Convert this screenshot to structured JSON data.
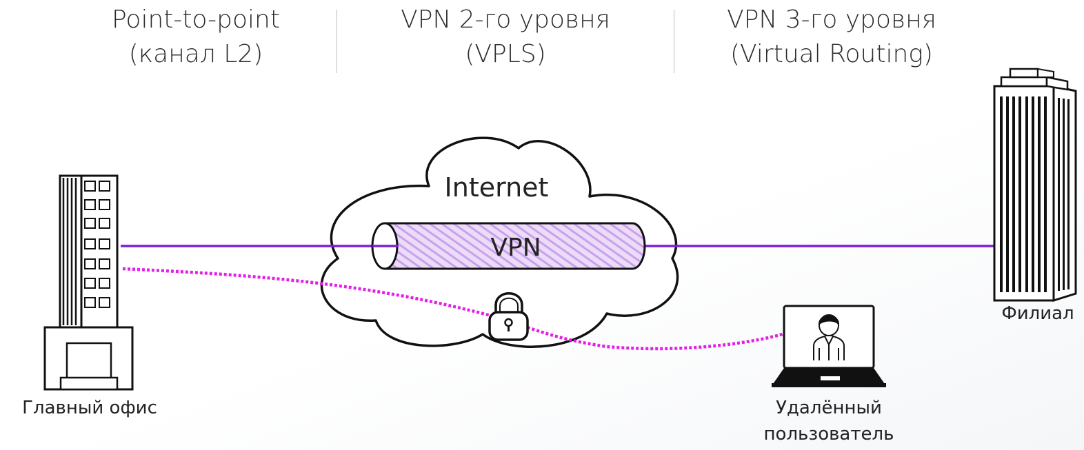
{
  "headers": [
    {
      "line1": "Point-to-point",
      "line2": "(канал L2)"
    },
    {
      "line1": "VPN 2-го уровня",
      "line2": "(VPLS)"
    },
    {
      "line1": "VPN 3-го уровня",
      "line2": "(Virtual Routing)"
    }
  ],
  "cloud_label": "Internet",
  "tunnel_label": "VPN",
  "nodes": {
    "main_office": "Главный офис",
    "branch": "Филиал",
    "remote_user_line1": "Удалённый",
    "remote_user_line2": "пользователь"
  },
  "colors": {
    "tunnel_line": "#7a1fd6",
    "remote_link": "#e51ee8",
    "tunnel_fill": "#e9d6f7",
    "tunnel_stripe": "#c59be8"
  }
}
